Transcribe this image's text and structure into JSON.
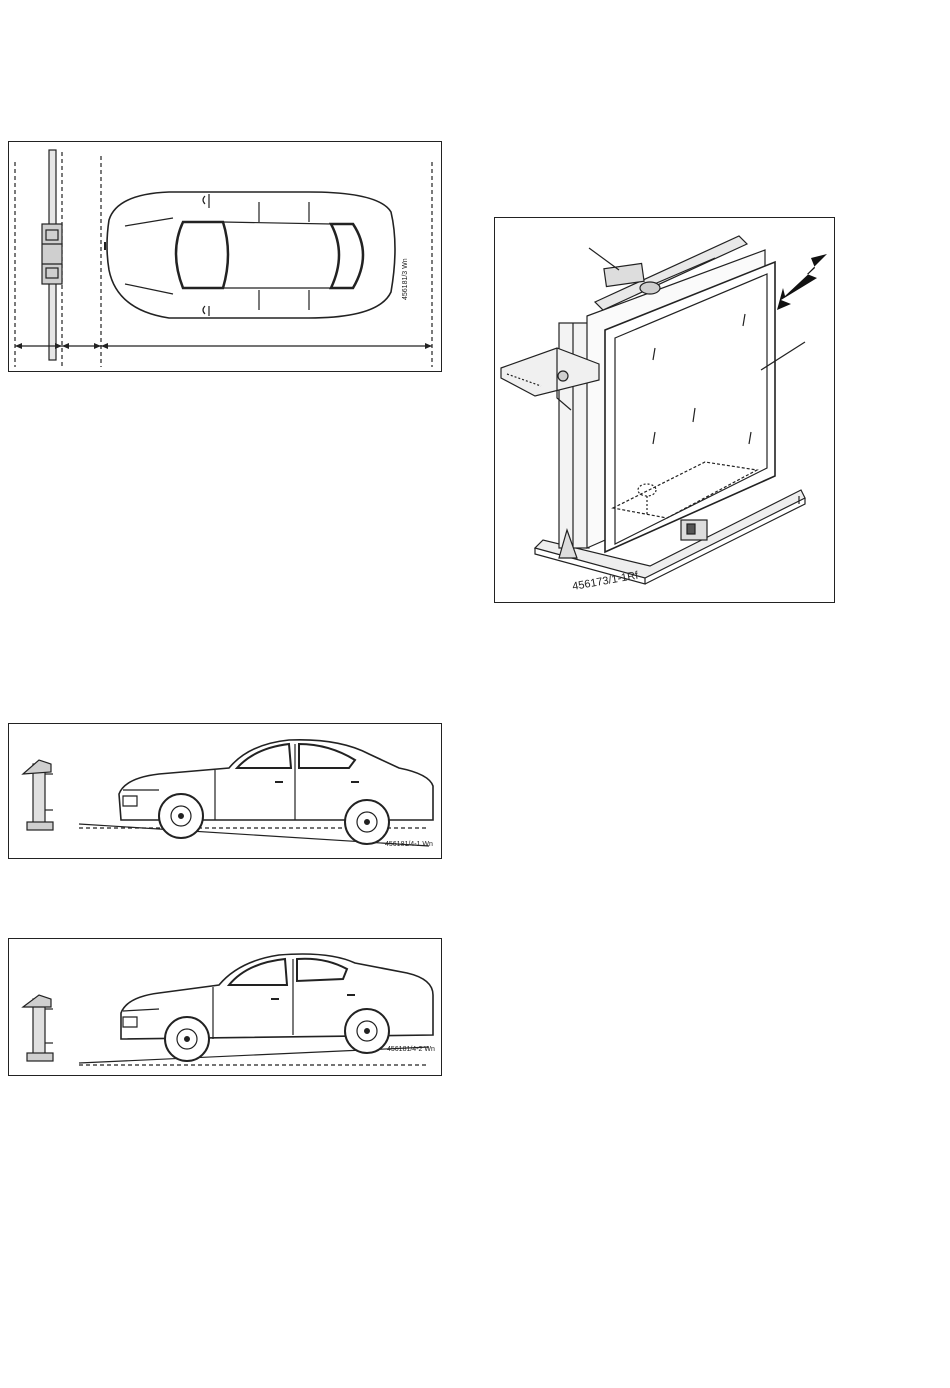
{
  "figures": {
    "top_view": {
      "code": "456181/3 Wn"
    },
    "aligner": {
      "code": "456173/1-1Rf"
    },
    "side_view_1": {
      "code": "456181/4-1 Wn"
    },
    "side_view_2": {
      "code": "456181/4-2 Wn"
    }
  }
}
